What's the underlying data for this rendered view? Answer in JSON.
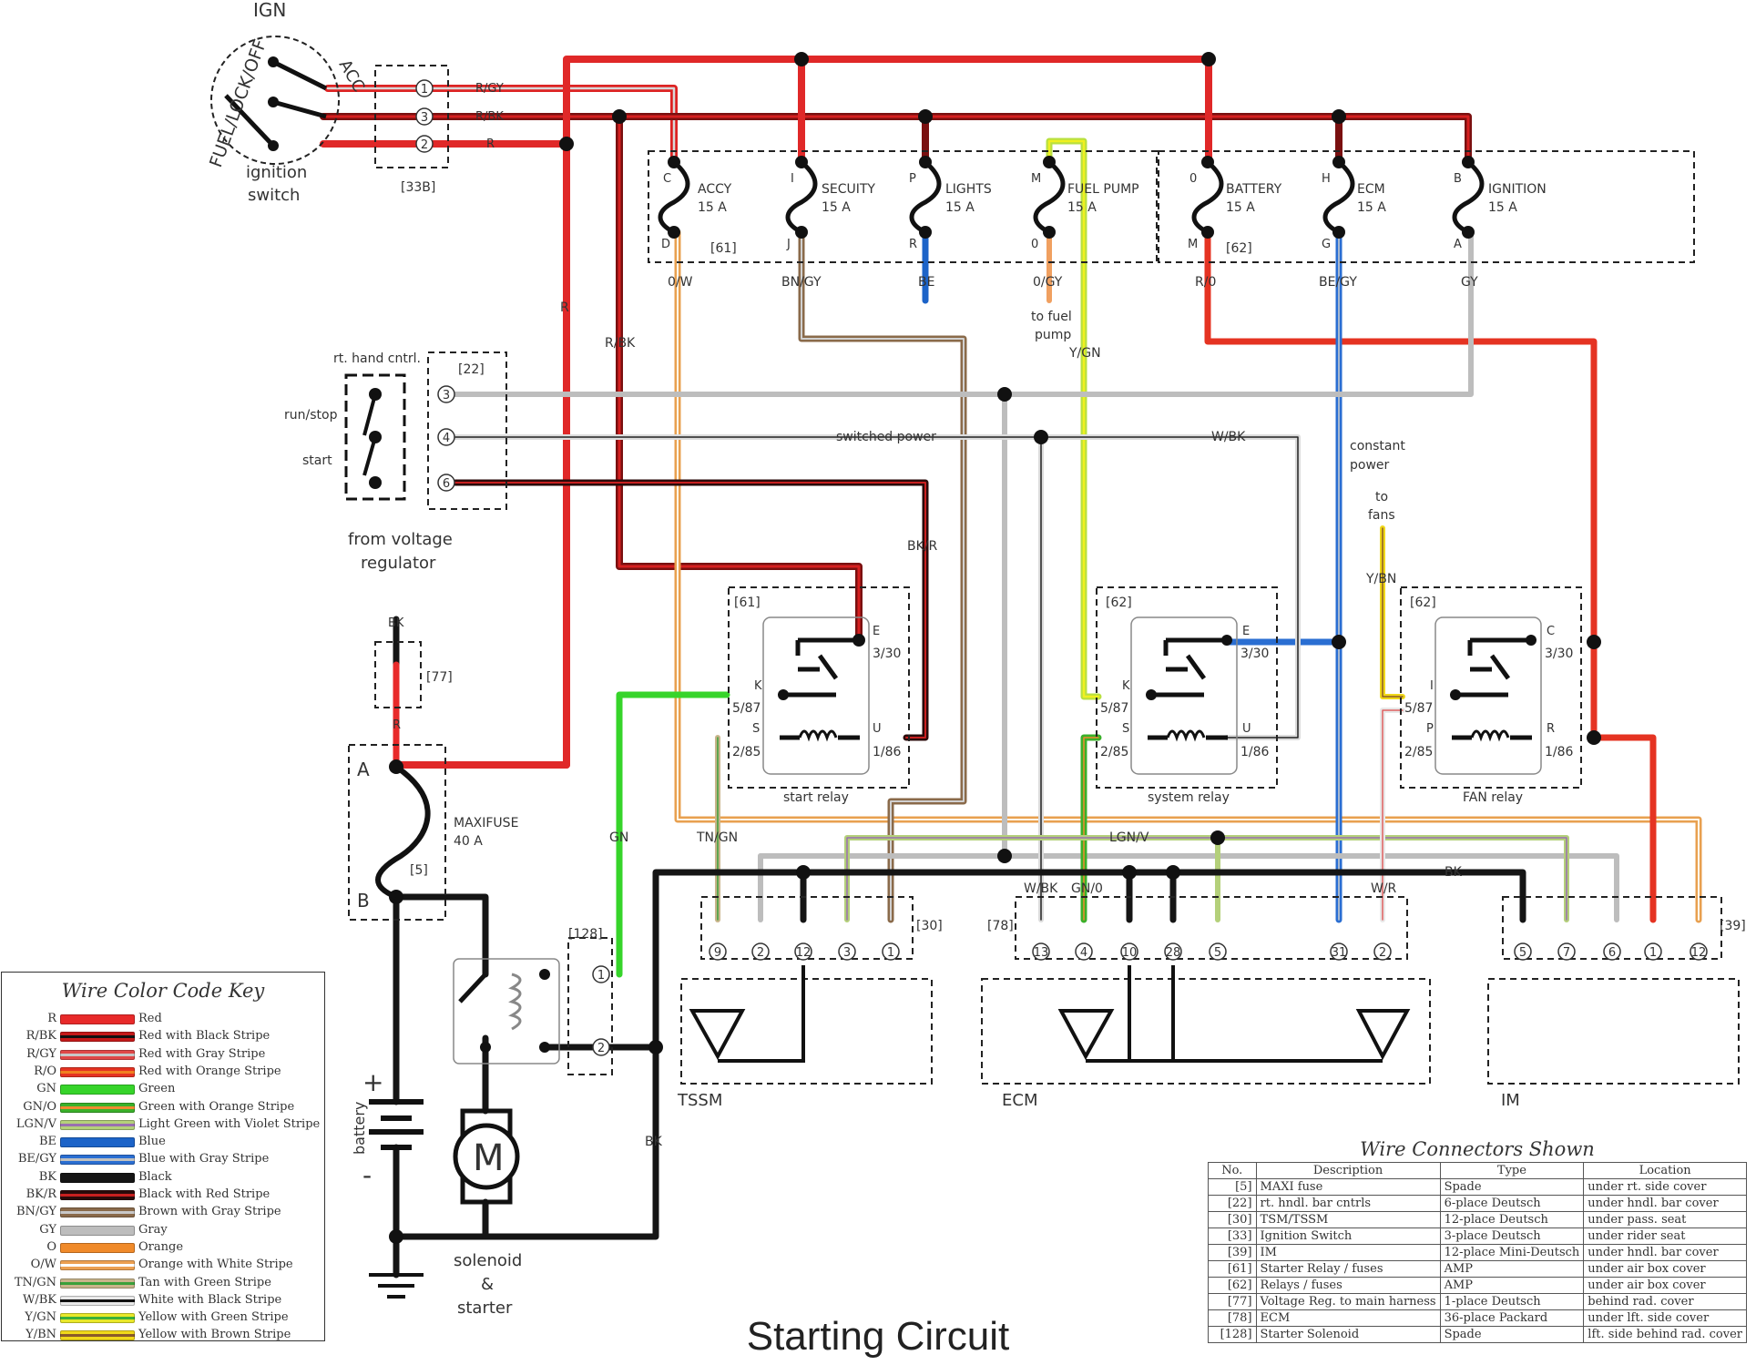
{
  "title": "Starting Circuit",
  "ignition": {
    "ign": "IGN",
    "acc": "ACC",
    "fuel_lock_off": "FUEL/LOCK/OFF",
    "switch_label_1": "ignition",
    "switch_label_2": "switch",
    "connector_id": "[33B]",
    "pins": [
      "1",
      "3",
      "2"
    ],
    "wires": [
      "R/GY",
      "R/BK",
      "R"
    ]
  },
  "fuse_block_61": {
    "id": "[61]",
    "fuses": [
      {
        "top": "C",
        "bottom": "D",
        "name": "ACCY",
        "amp": "15 A",
        "wire": "0/W"
      },
      {
        "top": "I",
        "bottom": "J",
        "name": "SECUITY",
        "amp": "15 A",
        "wire": "BN/GY"
      },
      {
        "top": "P",
        "bottom": "R",
        "name": "LIGHTS",
        "amp": "15 A",
        "wire": "BE"
      },
      {
        "top": "M",
        "bottom": "0",
        "name": "FUEL PUMP",
        "amp": "15 A",
        "wire": "0/GY"
      }
    ]
  },
  "fuse_block_62": {
    "id": "[62]",
    "fuses": [
      {
        "top": "0",
        "bottom": "M",
        "name": "BATTERY",
        "amp": "15 A",
        "wire": "R/0"
      },
      {
        "top": "H",
        "bottom": "G",
        "name": "ECM",
        "amp": "15 A",
        "wire": "BE/GY"
      },
      {
        "top": "B",
        "bottom": "A",
        "name": "IGNITION",
        "amp": "15 A",
        "wire": "GY"
      }
    ]
  },
  "labels": {
    "to_fuel_pump_1": "to fuel",
    "to_fuel_pump_2": "pump",
    "ygn": "Y/GN",
    "rbk": "R/BK",
    "r": "R",
    "rt_hand": "rt. hand cntrl.",
    "c22": "[22]",
    "run_stop": "run/stop",
    "start": "start",
    "switched_power": "switched power",
    "wbk": "W/BK",
    "bkr": "BK/R",
    "constant_1": "constant",
    "constant_2": "power",
    "to_fans_1": "to",
    "to_fans_2": "fans",
    "ybn": "Y/BN",
    "from_vr_1": "from voltage",
    "from_vr_2": "regulator",
    "bk": "BK",
    "c77": "[77]",
    "r2": "R",
    "maxi_a": "A",
    "maxi_b": "B",
    "maxi_name": "MAXIFUSE",
    "maxi_amp": "40 A",
    "c5": "[5]",
    "gn": "GN",
    "tngn": "TN/GN",
    "lgnv": "LGN/V",
    "gno": "GN/0",
    "wr": "W/R",
    "bk2": "BK",
    "bk3": "BK",
    "c128": "[128]",
    "battery": "battery",
    "plus": "+",
    "minus": "-",
    "motor": "M",
    "sol_1": "solenoid",
    "sol_2": "&",
    "sol_3": "starter"
  },
  "hand_pins": [
    "3",
    "4",
    "6"
  ],
  "relays": [
    {
      "id": "[61]",
      "name": "start relay",
      "e": "E",
      "p1": "3/30",
      "k": "K",
      "p2": "5/87",
      "s": "S",
      "p3": "2/85",
      "u": "U",
      "p4": "1/86"
    },
    {
      "id": "[62]",
      "name": "system relay",
      "e": "E",
      "p1": "3/30",
      "k": "K",
      "p2": "5/87",
      "s": "S",
      "p3": "2/85",
      "u": "U",
      "p4": "1/86"
    },
    {
      "id": "[62]",
      "name": "FAN relay",
      "e": "C",
      "p1": "3/30",
      "k": "I",
      "p2": "5/87",
      "s": "P",
      "p3": "2/85",
      "u": "R",
      "p4": "1/86"
    }
  ],
  "modules": {
    "tssm": {
      "name": "TSSM",
      "id": "[30]",
      "pins": [
        "9",
        "2",
        "12",
        "3",
        "1"
      ]
    },
    "ecm": {
      "name": "ECM",
      "id": "[78]",
      "pins": [
        "13",
        "4",
        "10",
        "28",
        "5",
        "31",
        "2"
      ]
    },
    "im": {
      "name": "IM",
      "id": "[39]",
      "pins": [
        "5",
        "7",
        "6",
        "1",
        "12"
      ]
    }
  },
  "solenoid_pins": [
    "1",
    "2"
  ],
  "wire_key": {
    "title": "Wire Color Code Key",
    "entries": [
      {
        "code": "R",
        "name": "Red",
        "base": "#e82a2a",
        "stripe": ""
      },
      {
        "code": "R/BK",
        "name": "Red with Black Stripe",
        "base": "#c41a1a",
        "stripe": "#111111"
      },
      {
        "code": "R/GY",
        "name": "Red with Gray Stripe",
        "base": "#e04848",
        "stripe": "#c8c8c8"
      },
      {
        "code": "R/O",
        "name": "Red with Orange Stripe",
        "base": "#e53322",
        "stripe": "#f08020"
      },
      {
        "code": "GN",
        "name": "Green",
        "base": "#36d42a",
        "stripe": ""
      },
      {
        "code": "GN/O",
        "name": "Green with Orange Stripe",
        "base": "#3ab02a",
        "stripe": "#f08a30"
      },
      {
        "code": "LGN/V",
        "name": "Light Green with Violet Stripe",
        "base": "#b4d07a",
        "stripe": "#9a6fb0"
      },
      {
        "code": "BE",
        "name": "Blue",
        "base": "#1c63c8",
        "stripe": ""
      },
      {
        "code": "BE/GY",
        "name": "Blue with Gray Stripe",
        "base": "#2a6ed2",
        "stripe": "#c0c0c0"
      },
      {
        "code": "BK",
        "name": "Black",
        "base": "#151515",
        "stripe": ""
      },
      {
        "code": "BK/R",
        "name": "Black with Red Stripe",
        "base": "#2a0a0a",
        "stripe": "#c82020"
      },
      {
        "code": "BN/GY",
        "name": "Brown with Gray Stripe",
        "base": "#8a6a4a",
        "stripe": "#c8c8c8"
      },
      {
        "code": "GY",
        "name": "Gray",
        "base": "#bdbdbd",
        "stripe": ""
      },
      {
        "code": "O",
        "name": "Orange",
        "base": "#f08a2a",
        "stripe": ""
      },
      {
        "code": "O/W",
        "name": "Orange with White Stripe",
        "base": "#eca052",
        "stripe": "#ffffff"
      },
      {
        "code": "TN/GN",
        "name": "Tan with Green Stripe",
        "base": "#c8b48a",
        "stripe": "#3aa03a"
      },
      {
        "code": "W/BK",
        "name": "White with Black Stripe",
        "base": "#e8e8e8",
        "stripe": "#111111"
      },
      {
        "code": "Y/GN",
        "name": "Yellow with Green Stripe",
        "base": "#e8e82a",
        "stripe": "#3ab03a"
      },
      {
        "code": "Y/BN",
        "name": "Yellow with Brown Stripe",
        "base": "#f0d81a",
        "stripe": "#8a5a2a"
      }
    ]
  },
  "connectors": {
    "title": "Wire Connectors Shown",
    "headers": [
      "No.",
      "Description",
      "Type",
      "Location"
    ],
    "rows": [
      [
        "[5]",
        "MAXI fuse",
        "Spade",
        "under rt. side cover"
      ],
      [
        "[22]",
        "rt. hndl. bar cntrls",
        "6-place Deutsch",
        "under hndl. bar cover"
      ],
      [
        "[30]",
        "TSM/TSSM",
        "12-place Deutsch",
        "under pass. seat"
      ],
      [
        "[33]",
        "Ignition Switch",
        "3-place Deutsch",
        "under rider seat"
      ],
      [
        "[39]",
        "IM",
        "12-place Mini-Deutsch",
        "under hndl. bar cover"
      ],
      [
        "[61]",
        "Starter Relay / fuses",
        "AMP",
        "under air box cover"
      ],
      [
        "[62]",
        "Relays / fuses",
        "AMP",
        "under air box cover"
      ],
      [
        "[77]",
        "Voltage Reg. to main harness",
        "1-place Deutsch",
        "behind rad. cover"
      ],
      [
        "[78]",
        "ECM",
        "36-place Packard",
        "under lft. side cover"
      ],
      [
        "[128]",
        "Starter Solenoid",
        "Spade",
        "lft. side behind rad. cover"
      ]
    ]
  }
}
